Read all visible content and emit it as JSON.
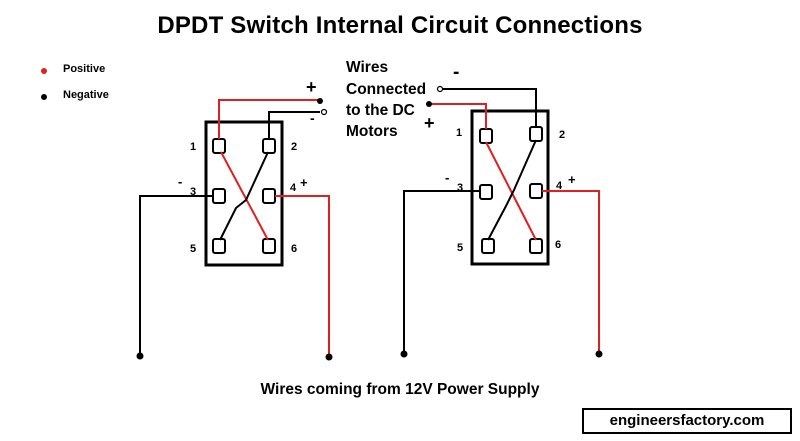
{
  "title": "DPDT Switch Internal Circuit Connections",
  "legend": [
    {
      "label": "Positive",
      "color": "#e02020"
    },
    {
      "label": "Negative",
      "color": "#000000"
    }
  ],
  "motor_label": [
    "Wires",
    "Connected",
    "to the DC",
    "Motors"
  ],
  "motor_signs": {
    "top_minus": "-",
    "left_plus": "+",
    "left_minus": "-",
    "right_plus": "+"
  },
  "switch_left": {
    "terminals": [
      "1",
      "2",
      "3",
      "4",
      "5",
      "6"
    ],
    "sign_3": "-",
    "sign_4": "+"
  },
  "switch_right": {
    "terminals": [
      "1",
      "2",
      "3",
      "4",
      "5",
      "6"
    ],
    "sign_3": "-",
    "sign_4": "+"
  },
  "footer": "Wires coming from 12V Power Supply",
  "brand": "engineersfactory.com",
  "colors": {
    "positive": "#e02020",
    "negative": "#000000"
  }
}
